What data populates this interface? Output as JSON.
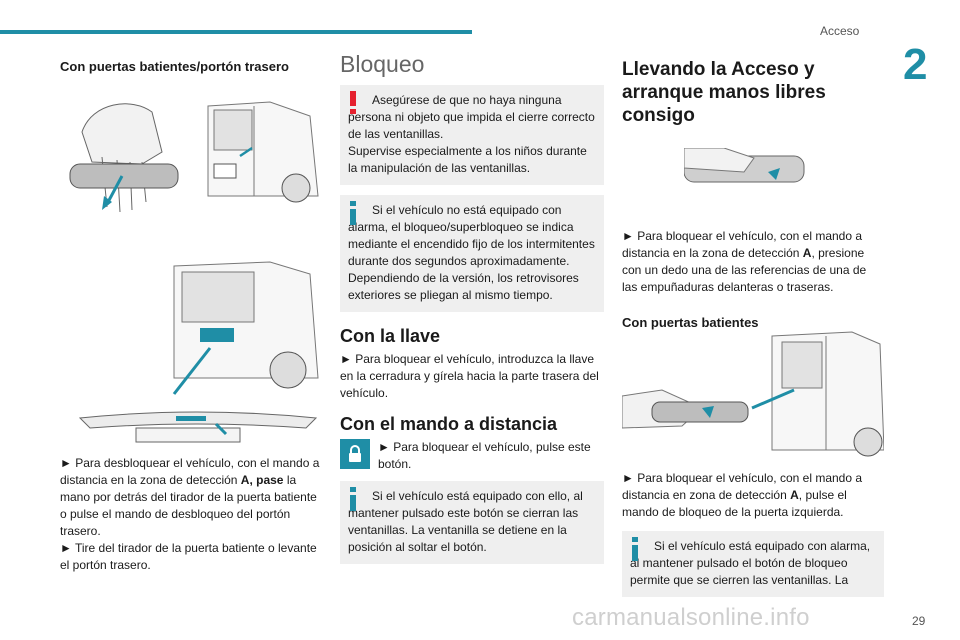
{
  "header": {
    "section": "Acceso",
    "chapter_number": "2",
    "page_number": "29"
  },
  "watermark": "carmanualsonline.info",
  "col1": {
    "heading": "Con puertas batientes/portón trasero",
    "p1_a": "► Para desbloquear el vehículo, con el mando a distancia en la zona de detección ",
    "p1_bold": "A, pase",
    "p1_b": " la mano por detrás del tirador de la puerta batiente o pulse el mando de desbloqueo del portón trasero.",
    "p2": "► Tire del tirador de la puerta batiente o levante el portón trasero."
  },
  "col2": {
    "title": "Bloqueo",
    "warning_1": "Asegúrese de que no haya ninguna persona ni objeto que impida el cierre correcto de las ventanillas.",
    "warning_2": "Supervise especialmente a los niños durante la manipulación de las ventanillas.",
    "info1_1": "Si el vehículo no está equipado con alarma, el bloqueo/superbloqueo se indica mediante el encendido fijo de los intermitentes durante dos segundos aproximadamente.",
    "info1_2": "Dependiendo de la versión, los retrovisores exteriores se pliegan al mismo tiempo.",
    "sub1": "Con la llave",
    "sub1_text": "► Para bloquear el vehículo, introduzca la llave en la cerradura y gírela hacia la parte trasera del vehículo.",
    "sub2": "Con el mando a distancia",
    "sub2_text": "► Para bloquear el vehículo, pulse este botón.",
    "info2": "Si el vehículo está equipado con ello, al mantener pulsado este botón se cierran las ventanillas. La ventanilla se detiene en la posición al soltar el botón."
  },
  "col3": {
    "title": "Llevando la Acceso y arranque manos libres consigo",
    "p1_a": "► Para bloquear el vehículo, con el mando a distancia en la zona de detección ",
    "p1_bold": "A",
    "p1_b": ", presione con un dedo una de las referencias de una de las empuñaduras delanteras o traseras.",
    "sub": "Con puertas batientes",
    "p2_a": "► Para bloquear el vehículo, con el mando a distancia en zona de detección ",
    "p2_bold": "A",
    "p2_b": ", pulse el mando de bloqueo de la puerta izquierda.",
    "info": "Si el vehículo está equipado con alarma, al mantener pulsado el botón de bloqueo permite que se cierren las ventanillas. La"
  },
  "colors": {
    "accent": "#1f8ea6",
    "warning": "#e5202e",
    "box": "#efefef"
  },
  "icons": [
    "exclamation-icon",
    "info-icon",
    "lock-icon"
  ]
}
